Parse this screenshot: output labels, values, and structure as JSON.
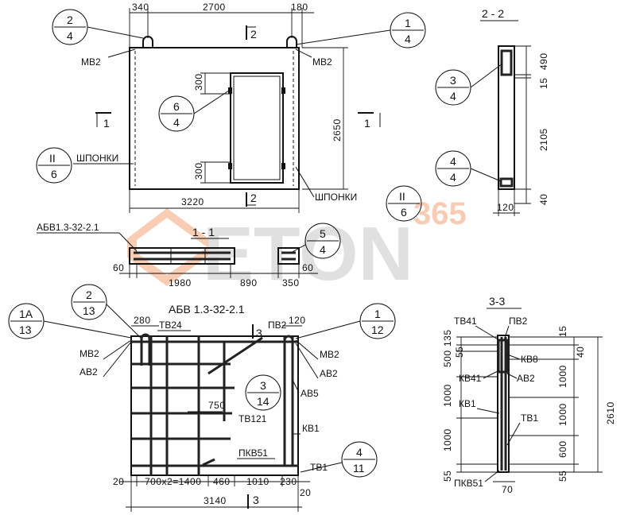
{
  "watermark": {
    "brand": "ETON",
    "number": "365"
  },
  "elevation": {
    "top_dims": [
      "340",
      "2700",
      "180"
    ],
    "bottom_dim": "3220",
    "height_dim": "2650",
    "opening_dims": [
      "300",
      "300"
    ],
    "labels": {
      "mv2_left": "МВ2",
      "mv2_right": "МВ2",
      "shponki_left": "ШПОНКИ",
      "shponki_right": "ШПОНКИ"
    },
    "section_marks": {
      "top": "2",
      "bottom": "2",
      "left": "1",
      "right": "1"
    },
    "callouts": [
      {
        "top": "2",
        "bottom": "4"
      },
      {
        "top": "1",
        "bottom": "4"
      },
      {
        "top": "6",
        "bottom": "4"
      },
      {
        "top": "II",
        "bottom": "6"
      },
      {
        "top": "II",
        "bottom": "6"
      }
    ]
  },
  "section_22": {
    "title": "2 - 2",
    "dims": [
      "490",
      "15",
      "2105",
      "40"
    ],
    "width_dim": "120",
    "callouts": [
      {
        "top": "3",
        "bottom": "4"
      },
      {
        "top": "4",
        "bottom": "4"
      }
    ]
  },
  "section_11": {
    "title": "1 - 1",
    "label": "АБВ1.3-32-2.1",
    "dims": [
      "60",
      "1980",
      "890",
      "350",
      "60"
    ],
    "callout": {
      "top": "5",
      "bottom": "4"
    }
  },
  "reinforcement": {
    "title": "АБВ 1.3-32-2.1",
    "top_dims": [
      "280",
      "120"
    ],
    "bottom_dims": [
      "20",
      "700x2=1400",
      "460",
      "1010",
      "230",
      "20"
    ],
    "total_dim": "3140",
    "dim_750": "750",
    "section_mark": "3",
    "section_mark_bottom": "3",
    "labels": {
      "tv24": "ТВ24",
      "pv2": "ПВ2",
      "mv2_left": "МВ2",
      "av2_left": "АВ2",
      "mv2_right": "МВ2",
      "av2_right": "АВ2",
      "av5": "АВ5",
      "tv121": "ТВ121",
      "kv1": "КВ1",
      "pkv51": "ПКВ51",
      "tv1": "ТВ1"
    },
    "callouts": [
      {
        "top": "1А",
        "bottom": "13"
      },
      {
        "top": "2",
        "bottom": "13"
      },
      {
        "top": "1",
        "bottom": "12"
      },
      {
        "top": "3",
        "bottom": "14"
      },
      {
        "top": "4",
        "bottom": "11"
      }
    ]
  },
  "section_33": {
    "title": "3-3",
    "labels": {
      "tv41": "ТВ41",
      "pv2": "ПВ2",
      "kv8": "КВ8",
      "kv41": "КВ41",
      "av2": "АВ2",
      "kv1": "КВ1",
      "tv1": "ТВ1",
      "pkv51": "ПКВ51"
    },
    "left_dims": [
      "135",
      "55",
      "500",
      "1000",
      "1000",
      "55"
    ],
    "right_dims": [
      "15",
      "40",
      "1000",
      "1000",
      "600",
      "55"
    ],
    "total_dim": "2610",
    "bottom_dim": "70"
  }
}
